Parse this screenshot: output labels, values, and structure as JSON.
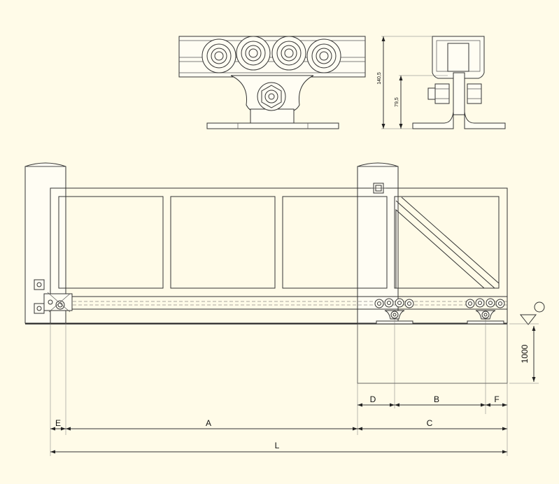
{
  "diagram": {
    "dimension_labels": {
      "A": "A",
      "B": "B",
      "C": "C",
      "D": "D",
      "E": "E",
      "F": "F",
      "L": "L"
    },
    "ground_height": "1000",
    "carriage_height_total": "140,5",
    "carriage_height_axle": "79,5"
  }
}
